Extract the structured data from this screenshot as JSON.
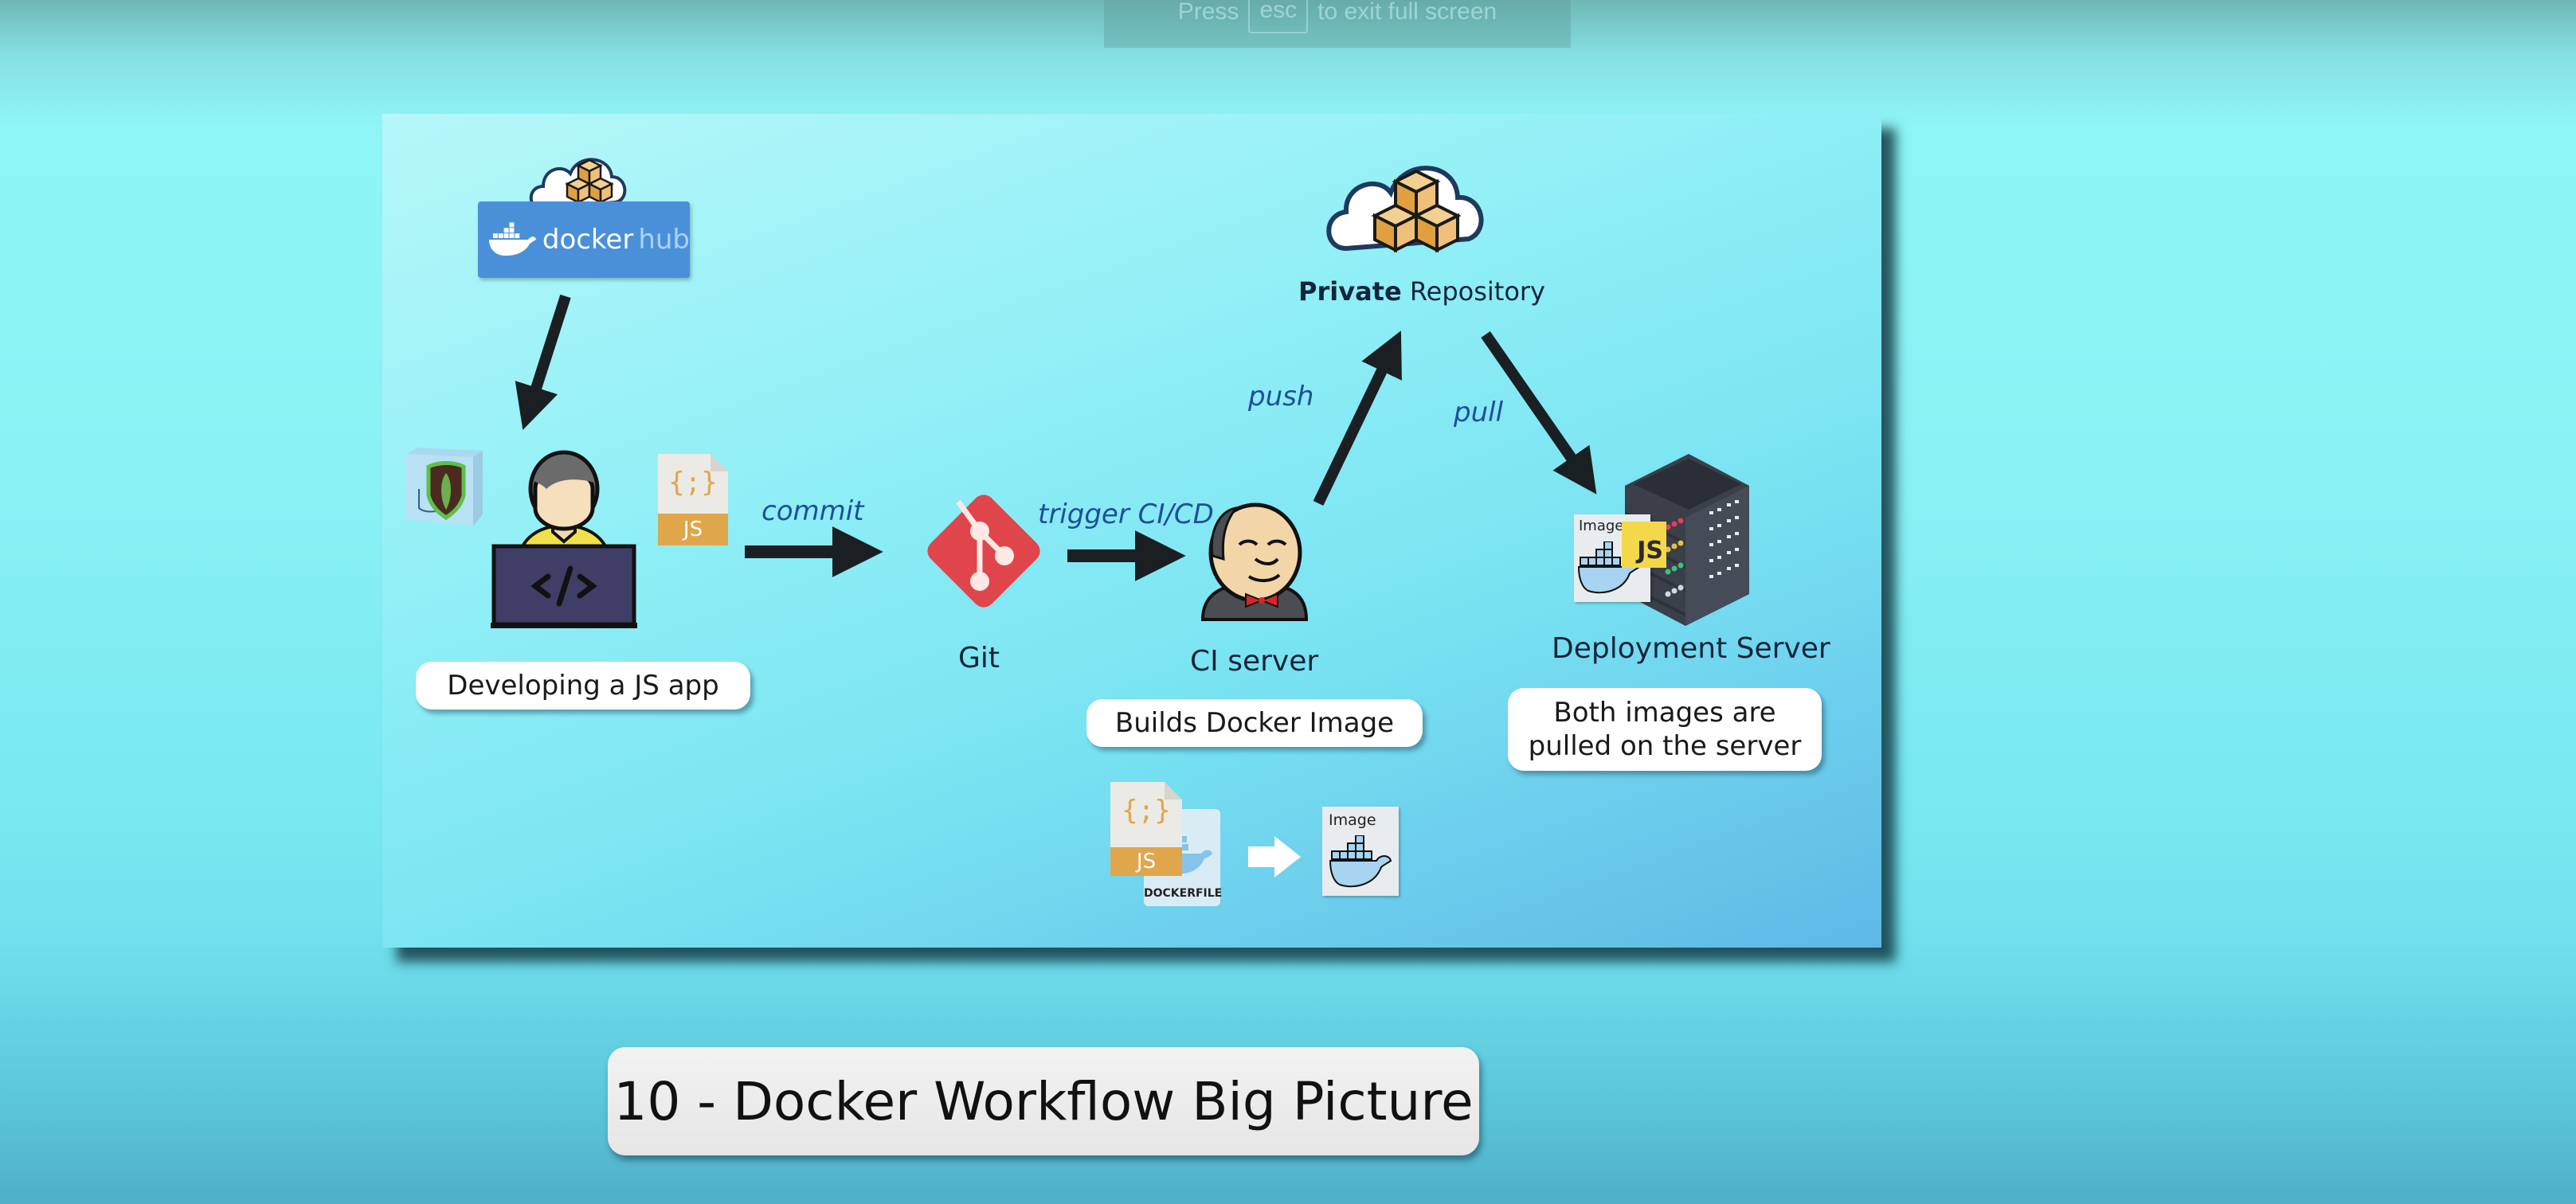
{
  "fullscreen_notice": {
    "prefix": "Press",
    "key": "esc",
    "suffix": "to exit full screen"
  },
  "slide": {
    "docker_hub": {
      "logo_text_primary": "docker",
      "logo_text_secondary": "hub",
      "icon": "cloud-boxes-icon"
    },
    "developer": {
      "icon": "developer-laptop-icon",
      "caption": "Developing a JS app",
      "js_file_badge": "JS",
      "js_file_symbol": "{;}",
      "db_icon": "mongodb-container-icon"
    },
    "edges": {
      "commit": "commit",
      "trigger": "trigger CI/CD",
      "push": "push",
      "pull": "pull"
    },
    "git": {
      "icon": "git-icon",
      "label": "Git",
      "color": "#e0454b"
    },
    "ci_server": {
      "icon": "jenkins-icon",
      "label": "CI server",
      "caption": "Builds Docker Image"
    },
    "build": {
      "js_badge": "JS",
      "js_symbol": "{;}",
      "dockerfile_label": "DOCKERFILE",
      "image_label": "Image"
    },
    "private_repo": {
      "icon": "cloud-boxes-icon",
      "label_bold": "Private",
      "label_rest": "Repository"
    },
    "deployment_server": {
      "icon": "server-rack-icon",
      "label": "Deployment Server",
      "image_label": "Image",
      "js_badge": "JS",
      "caption_line1": "Both images are",
      "caption_line2": "pulled on the server"
    }
  },
  "title": "10 - Docker Workflow Big Picture",
  "colors": {
    "edge_label": "#1e4f9a",
    "arrow": "#1a1f24",
    "box_orange": "#e8a94a",
    "docker_blue": "#4a90d9"
  }
}
